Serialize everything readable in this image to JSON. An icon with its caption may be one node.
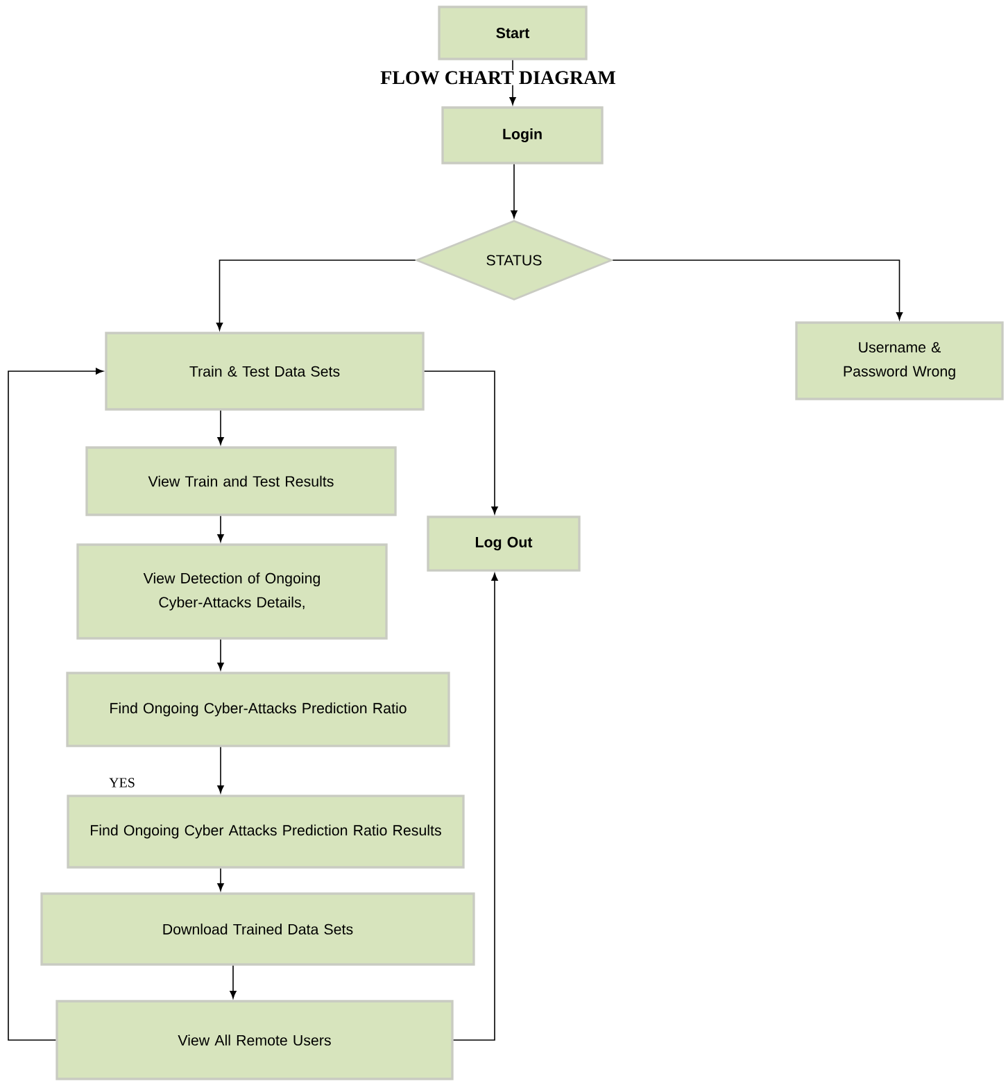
{
  "diagram": {
    "title": "FLOW CHART DIAGRAM",
    "nodes": [
      {
        "text": [
          "Start"
        ]
      },
      {
        "text": [
          "Login"
        ]
      },
      {
        "text": [
          "STATUS"
        ]
      },
      {
        "text": [
          "Train & Test Data Sets"
        ]
      },
      {
        "text": [
          "Username & Password Wrong"
        ]
      },
      {
        "text": [
          "View Train and Test Results"
        ]
      },
      {
        "text": [
          "View Detection of Ongoing Cyber-Attacks Details,"
        ]
      },
      {
        "text": [
          "Log Out"
        ]
      },
      {
        "text": [
          "Find Ongoing Cyber-Attacks Prediction Ratio"
        ]
      },
      {
        "text": [
          "Find Ongoing Cyber Attacks Prediction Ratio Results"
        ]
      },
      {
        "text": [
          "Download Trained Data Sets"
        ]
      },
      {
        "text": [
          "View All Remote Users"
        ]
      }
    ],
    "edges": [
      {
        "from": 0,
        "to": 1,
        "arrow": "to"
      },
      {
        "from": 1,
        "to": 2,
        "arrow": "to"
      },
      {
        "from": 2,
        "to": 3,
        "arrow": "to"
      },
      {
        "from": 2,
        "to": 4,
        "arrow": "to"
      },
      {
        "from": 3,
        "to": 5,
        "arrow": "to"
      },
      {
        "from": 5,
        "to": 6,
        "arrow": "to"
      },
      {
        "from": 6,
        "to": 8,
        "arrow": "to"
      },
      {
        "from": 8,
        "to": 9,
        "arrow": "to"
      },
      {
        "from": 9,
        "to": 10,
        "arrow": "to"
      },
      {
        "from": 10,
        "to": 11,
        "arrow": "to"
      },
      {
        "from": 3,
        "to": 7,
        "arrow": "to"
      },
      {
        "from": 11,
        "to": 7,
        "arrow": "to"
      },
      {
        "from": 11,
        "to": 3,
        "arrow": "to"
      }
    ],
    "labels": [
      "YES"
    ]
  }
}
